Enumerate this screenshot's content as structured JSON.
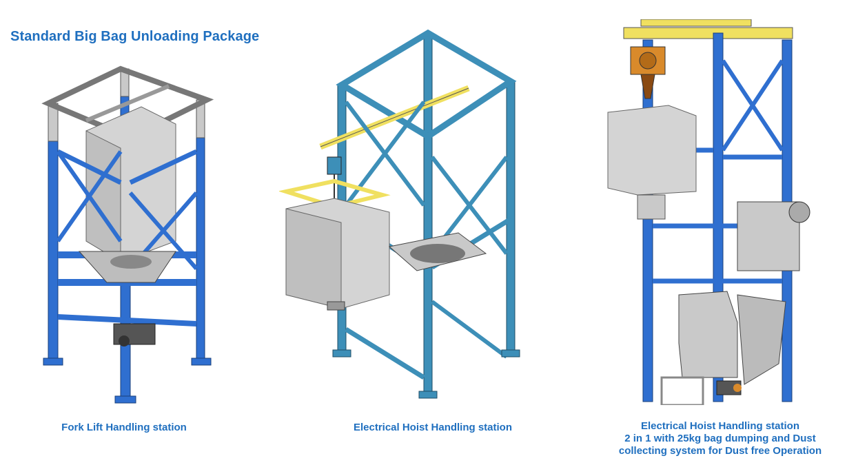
{
  "page": {
    "title": "Standard Big Bag  Unloading Package"
  },
  "colors": {
    "title": "#1f6fbf",
    "caption": "#1f6fbf",
    "frame_blue": "#2f6fd0",
    "frame_teal": "#3d8fb8",
    "yellow": "#f0e060",
    "grey": "#c9c9c9",
    "dark": "#333333",
    "orange": "#d98a2b"
  },
  "stations": [
    {
      "caption": "Fork Lift Handling station",
      "frame": "blue"
    },
    {
      "caption": "Electrical Hoist Handling station",
      "frame": "teal"
    },
    {
      "caption_lines": [
        "Electrical  Hoist Handling station",
        "2 in 1 with 25kg bag dumping  and Dust",
        "collecting system for Dust free Operation"
      ],
      "frame": "blue"
    }
  ]
}
